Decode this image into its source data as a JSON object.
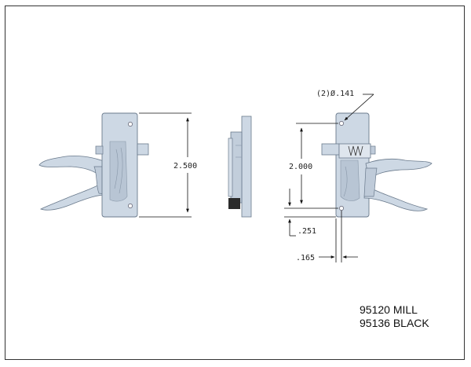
{
  "dimensions": {
    "height_overall": "2.500",
    "hole_spacing": "2.000",
    "hole_callout": "(2)Ø.141",
    "edge_offset_vertical": ".251",
    "edge_offset_horizontal": ".165"
  },
  "caption": {
    "line1": "95120 MILL",
    "line2": "95136 BLACK"
  },
  "colors": {
    "part_fill": "#cdd8e4",
    "part_shade": "#a9b8c8",
    "part_edge": "#6a7a8c",
    "dark_block": "#2b2b2b",
    "line": "#111111"
  }
}
